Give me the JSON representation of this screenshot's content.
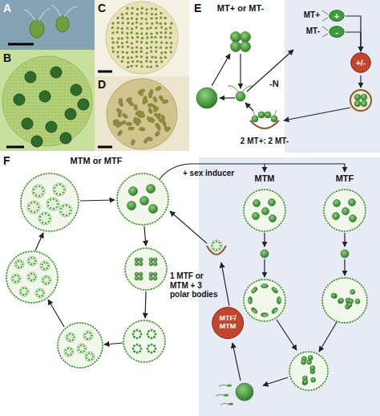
{
  "diagram": {
    "nodes": [
      {
        "text": [
          "+"
        ]
      },
      {
        "text": [
          "-"
        ]
      },
      {
        "text": [
          "+/-"
        ]
      },
      {
        "text": [
          "MTF/ MTM"
        ]
      }
    ],
    "edges": [
      {
        "from": 0,
        "to": 2,
        "arrow": "to"
      },
      {
        "from": 1,
        "to": 2,
        "arrow": "to"
      }
    ],
    "labels": [
      "A",
      "B",
      "C",
      "D",
      "E",
      "MT+ or MT-",
      "MT+",
      "MT-",
      "-N",
      "2 MT+: 2 MT-",
      "F",
      "MTM or MTF",
      "+ sex inducer",
      "MTM",
      "MTF",
      "1 MTF or MTM + 3 polar bodies"
    ]
  }
}
